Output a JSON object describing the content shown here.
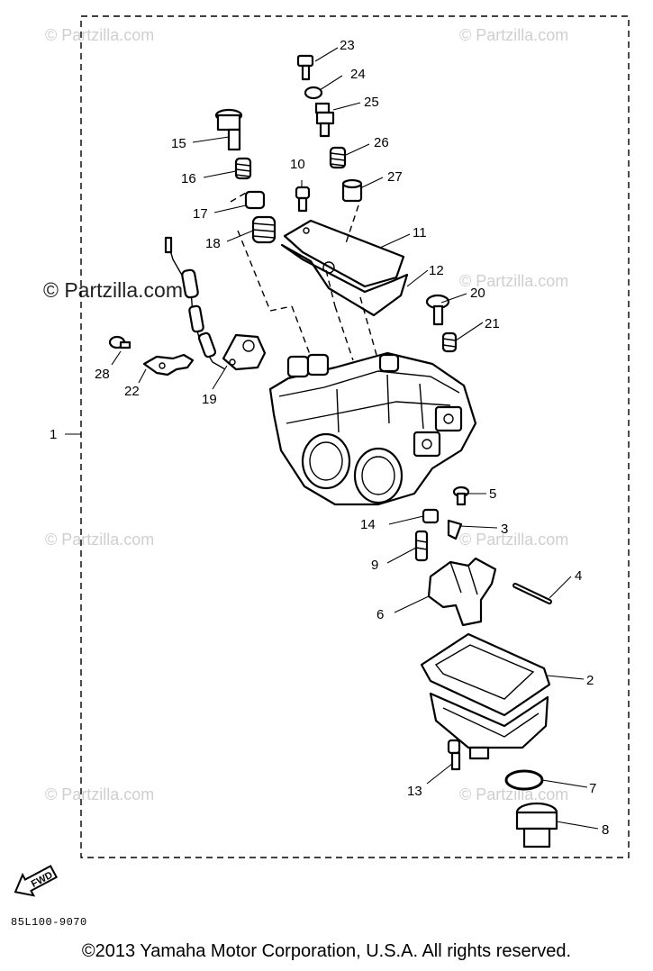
{
  "watermarks": {
    "small": "© Partzilla.com",
    "large": "© Partzilla.com"
  },
  "labels": {
    "p1": "1",
    "p2": "2",
    "p3": "3",
    "p4": "4",
    "p5": "5",
    "p6": "6",
    "p7": "7",
    "p8": "8",
    "p9": "9",
    "p10": "10",
    "p11": "11",
    "p12": "12",
    "p13": "13",
    "p14": "14",
    "p15": "15",
    "p16": "16",
    "p17": "17",
    "p18": "18",
    "p19": "19",
    "p20": "20",
    "p21": "21",
    "p22": "22",
    "p23": "23",
    "p24": "24",
    "p25": "25",
    "p26": "26",
    "p27": "27",
    "p28": "28"
  },
  "fwd_label": "FWD",
  "drawing_code": "85L100-9070",
  "copyright": "©2013 Yamaha Motor Corporation, U.S.A. All rights reserved."
}
